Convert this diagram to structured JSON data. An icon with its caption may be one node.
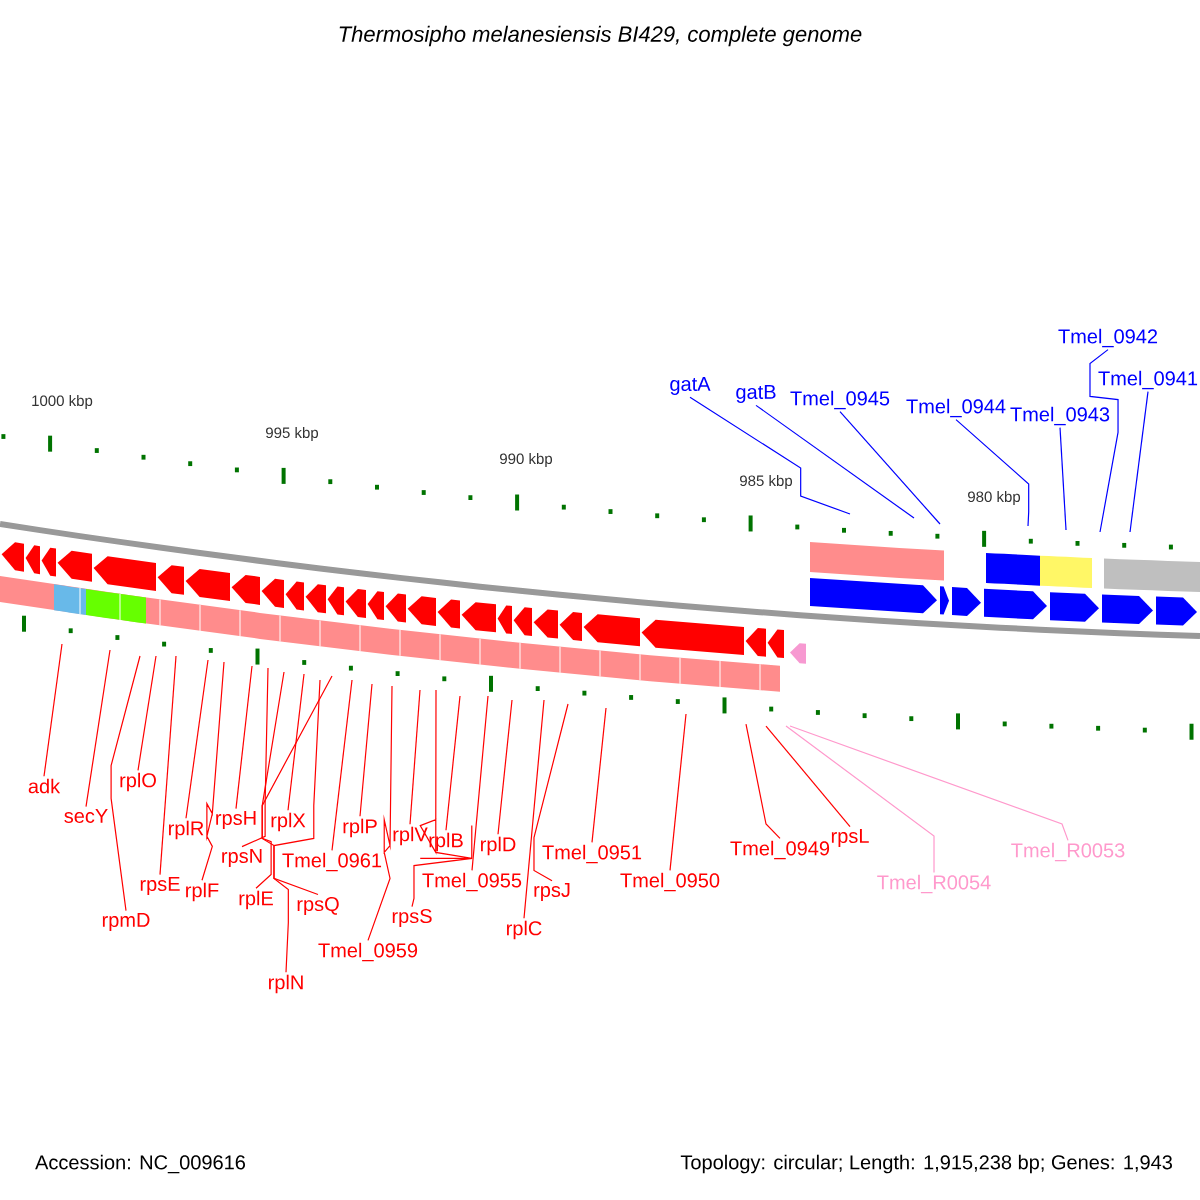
{
  "diagram": {
    "title": "Thermosipho melanesiensis BI429, complete genome",
    "nodes": [
      {
        "text": [
          "gatA"
        ]
      },
      {
        "text": [
          "gatB"
        ]
      },
      {
        "text": [
          "Tmel_0945"
        ]
      },
      {
        "text": [
          "Tmel_0944"
        ]
      },
      {
        "text": [
          "Tmel_0943"
        ]
      },
      {
        "text": [
          "Tmel_0942"
        ]
      },
      {
        "text": [
          "Tmel_0941"
        ]
      },
      {
        "text": [
          "adk"
        ]
      },
      {
        "text": [
          "secY"
        ]
      },
      {
        "text": [
          "rpmD"
        ]
      },
      {
        "text": [
          "rpsE"
        ]
      },
      {
        "text": [
          "rplO"
        ]
      },
      {
        "text": [
          "rplR"
        ]
      },
      {
        "text": [
          "rplF"
        ]
      },
      {
        "text": [
          "rpsH"
        ]
      },
      {
        "text": [
          "rpsN"
        ]
      },
      {
        "text": [
          "rplE"
        ]
      },
      {
        "text": [
          "rplX"
        ]
      },
      {
        "text": [
          "rpsQ"
        ]
      },
      {
        "text": [
          "rplN"
        ]
      },
      {
        "text": [
          "Tmel_0961"
        ]
      },
      {
        "text": [
          "rplP"
        ]
      },
      {
        "text": [
          "Tmel_0959"
        ]
      },
      {
        "text": [
          "rpsS"
        ]
      },
      {
        "text": [
          "rplV"
        ]
      },
      {
        "text": [
          "Tmel_0955"
        ]
      },
      {
        "text": [
          "rplB"
        ]
      },
      {
        "text": [
          "rplC"
        ]
      },
      {
        "text": [
          "rplD"
        ]
      },
      {
        "text": [
          "rpsJ"
        ]
      },
      {
        "text": [
          "Tmel_0951"
        ]
      },
      {
        "text": [
          "Tmel_0950"
        ]
      },
      {
        "text": [
          "Tmel_0949"
        ]
      },
      {
        "text": [
          "rpsL"
        ]
      },
      {
        "text": [
          "Tmel_R0054"
        ]
      },
      {
        "text": [
          "Tmel_R0053"
        ]
      }
    ],
    "edges": [
      {
        "from": 0,
        "to": null,
        "arrow": "none",
        "color": "#0000ff"
      },
      {
        "from": 1,
        "to": null,
        "arrow": "none",
        "color": "#0000ff"
      },
      {
        "from": 2,
        "to": null,
        "arrow": "none",
        "color": "#0000ff"
      },
      {
        "from": 3,
        "to": null,
        "arrow": "none",
        "color": "#0000ff"
      },
      {
        "from": 4,
        "to": null,
        "arrow": "none",
        "color": "#0000ff"
      },
      {
        "from": 5,
        "to": null,
        "arrow": "none",
        "color": "#0000ff"
      },
      {
        "from": 6,
        "to": null,
        "arrow": "none",
        "color": "#0000ff"
      },
      {
        "from": 7,
        "to": null,
        "arrow": "none"
      },
      {
        "from": 8,
        "to": null,
        "arrow": "none"
      },
      {
        "from": 9,
        "to": null,
        "arrow": "none"
      },
      {
        "from": 10,
        "to": null,
        "arrow": "none"
      },
      {
        "from": 11,
        "to": null,
        "arrow": "none"
      },
      {
        "from": 12,
        "to": null,
        "arrow": "none"
      },
      {
        "from": 13,
        "to": null,
        "arrow": "none"
      },
      {
        "from": 14,
        "to": null,
        "arrow": "none"
      },
      {
        "from": 15,
        "to": null,
        "arrow": "none"
      },
      {
        "from": 16,
        "to": null,
        "arrow": "none"
      },
      {
        "from": 17,
        "to": null,
        "arrow": "none"
      },
      {
        "from": 18,
        "to": null,
        "arrow": "none"
      },
      {
        "from": 19,
        "to": null,
        "arrow": "none"
      },
      {
        "from": 20,
        "to": null,
        "arrow": "none"
      },
      {
        "from": 21,
        "to": null,
        "arrow": "none"
      },
      {
        "from": 22,
        "to": null,
        "arrow": "none"
      },
      {
        "from": 23,
        "to": null,
        "arrow": "none"
      },
      {
        "from": 24,
        "to": null,
        "arrow": "none"
      },
      {
        "from": 25,
        "to": null,
        "arrow": "none"
      },
      {
        "from": 26,
        "to": null,
        "arrow": "none"
      },
      {
        "from": 27,
        "to": null,
        "arrow": "none"
      },
      {
        "from": 28,
        "to": null,
        "arrow": "none"
      },
      {
        "from": 29,
        "to": null,
        "arrow": "none"
      },
      {
        "from": 30,
        "to": null,
        "arrow": "none"
      },
      {
        "from": 31,
        "to": null,
        "arrow": "none"
      },
      {
        "from": 32,
        "to": null,
        "arrow": "none"
      },
      {
        "from": 33,
        "to": null,
        "arrow": "none"
      },
      {
        "from": 34,
        "to": null,
        "arrow": "none",
        "color": "#ff99cc"
      },
      {
        "from": 35,
        "to": null,
        "arrow": "none",
        "color": "#ff99cc"
      }
    ],
    "labels": [
      "1000 kbp",
      "995 kbp",
      "990 kbp",
      "985 kbp",
      "980 kbp",
      "Accession: NC_009616",
      "Topology: circular; Length: 1,915,238 bp; Genes: 1,943"
    ]
  }
}
